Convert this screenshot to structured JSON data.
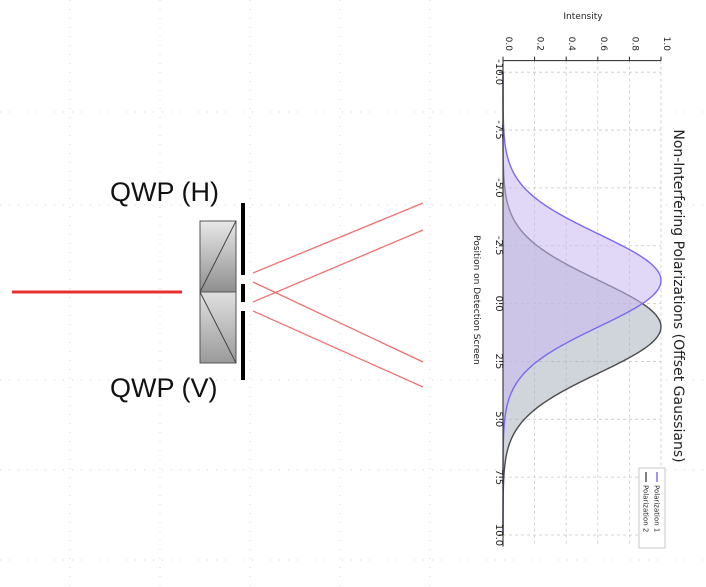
{
  "diagram": {
    "label_top": "QWP (H)",
    "label_bottom": "QWP (V)",
    "colors": {
      "beam": "#e53030",
      "beam_thin": "#f07070",
      "block_dark": "#9a9a9a",
      "block_light": "#e0e0e0"
    }
  },
  "chart_data": {
    "type": "area",
    "title": "Non-Interfering Polarizations (Offset Gaussians)",
    "xlabel": "Position on Detection Screen",
    "ylabel": "Intensity",
    "xlim": [
      -10.5,
      10.5
    ],
    "ylim": [
      0,
      1.0
    ],
    "x_ticks": [
      "-10.0",
      "-7.5",
      "-5.0",
      "-2.5",
      "0.0",
      "2.5",
      "5.0",
      "7.5",
      "10.0"
    ],
    "y_ticks": [
      "0.0",
      "0.2",
      "0.4",
      "0.6",
      "0.8",
      "1.0"
    ],
    "grid": true,
    "legend_position": "bottom-right",
    "series": [
      {
        "name": "Polarization 1",
        "mean": -1.0,
        "sigma": 2.0,
        "peak": 1.0,
        "color": "#7b68ee",
        "fill": "#c8b8f2"
      },
      {
        "name": "Polarization 2",
        "mean": 1.0,
        "sigma": 2.0,
        "peak": 1.0,
        "color": "#4a4a4a",
        "fill": "#aab3bf"
      }
    ]
  }
}
